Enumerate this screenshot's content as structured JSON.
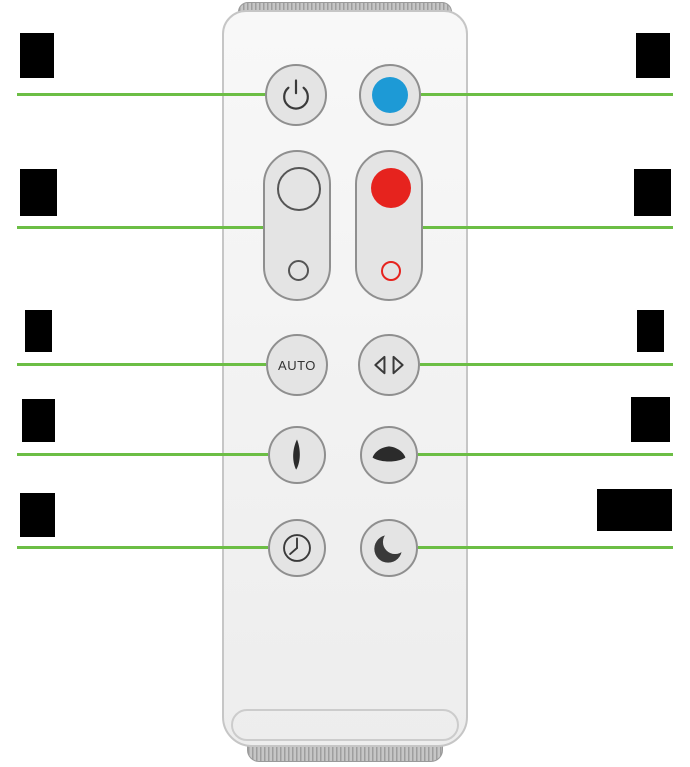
{
  "diagram": {
    "device": "remote-control",
    "colors": {
      "callout_green": "#6cbe45",
      "accent_blue": "#1d9ad6",
      "accent_red": "#e6231e",
      "remote_body": "#f4f4f4",
      "remote_edge": "#c6c6c6",
      "button_fill": "#e4e4e4",
      "button_edge": "#8f8f8f",
      "icon_ink": "#3a3a3a",
      "callout_black": "#000000"
    },
    "buttons": [
      {
        "id": "power",
        "row": 1,
        "side": "left",
        "icon": "power-icon",
        "label": ""
      },
      {
        "id": "cooling-mode",
        "row": 1,
        "side": "right",
        "icon": "blue-dot-icon",
        "label": ""
      },
      {
        "id": "airflow-speed-rocker",
        "row": 2,
        "side": "left",
        "icon": "large-and-small-ring-icons",
        "label": ""
      },
      {
        "id": "heat-rocker",
        "row": 2,
        "side": "right",
        "icon": "red-dot-and-red-ring-icons",
        "label": ""
      },
      {
        "id": "auto-mode",
        "row": 3,
        "side": "left",
        "icon": "",
        "label": "AUTO"
      },
      {
        "id": "oscillation",
        "row": 3,
        "side": "right",
        "icon": "oscillation-triangles-icon",
        "label": ""
      },
      {
        "id": "focused-airflow",
        "row": 4,
        "side": "left",
        "icon": "narrow-airflow-icon",
        "label": ""
      },
      {
        "id": "diffused-airflow",
        "row": 4,
        "side": "right",
        "icon": "wide-airflow-icon",
        "label": ""
      },
      {
        "id": "sleep-timer",
        "row": 5,
        "side": "left",
        "icon": "clock-icon",
        "label": ""
      },
      {
        "id": "night-mode",
        "row": 5,
        "side": "right",
        "icon": "moon-icon",
        "label": ""
      }
    ],
    "callouts": {
      "left": [
        {
          "label": ""
        },
        {
          "label": ""
        },
        {
          "label": ""
        },
        {
          "label": ""
        },
        {
          "label": ""
        }
      ],
      "right": [
        {
          "label": ""
        },
        {
          "label": ""
        },
        {
          "label": ""
        },
        {
          "label": ""
        },
        {
          "label": ""
        }
      ]
    }
  }
}
